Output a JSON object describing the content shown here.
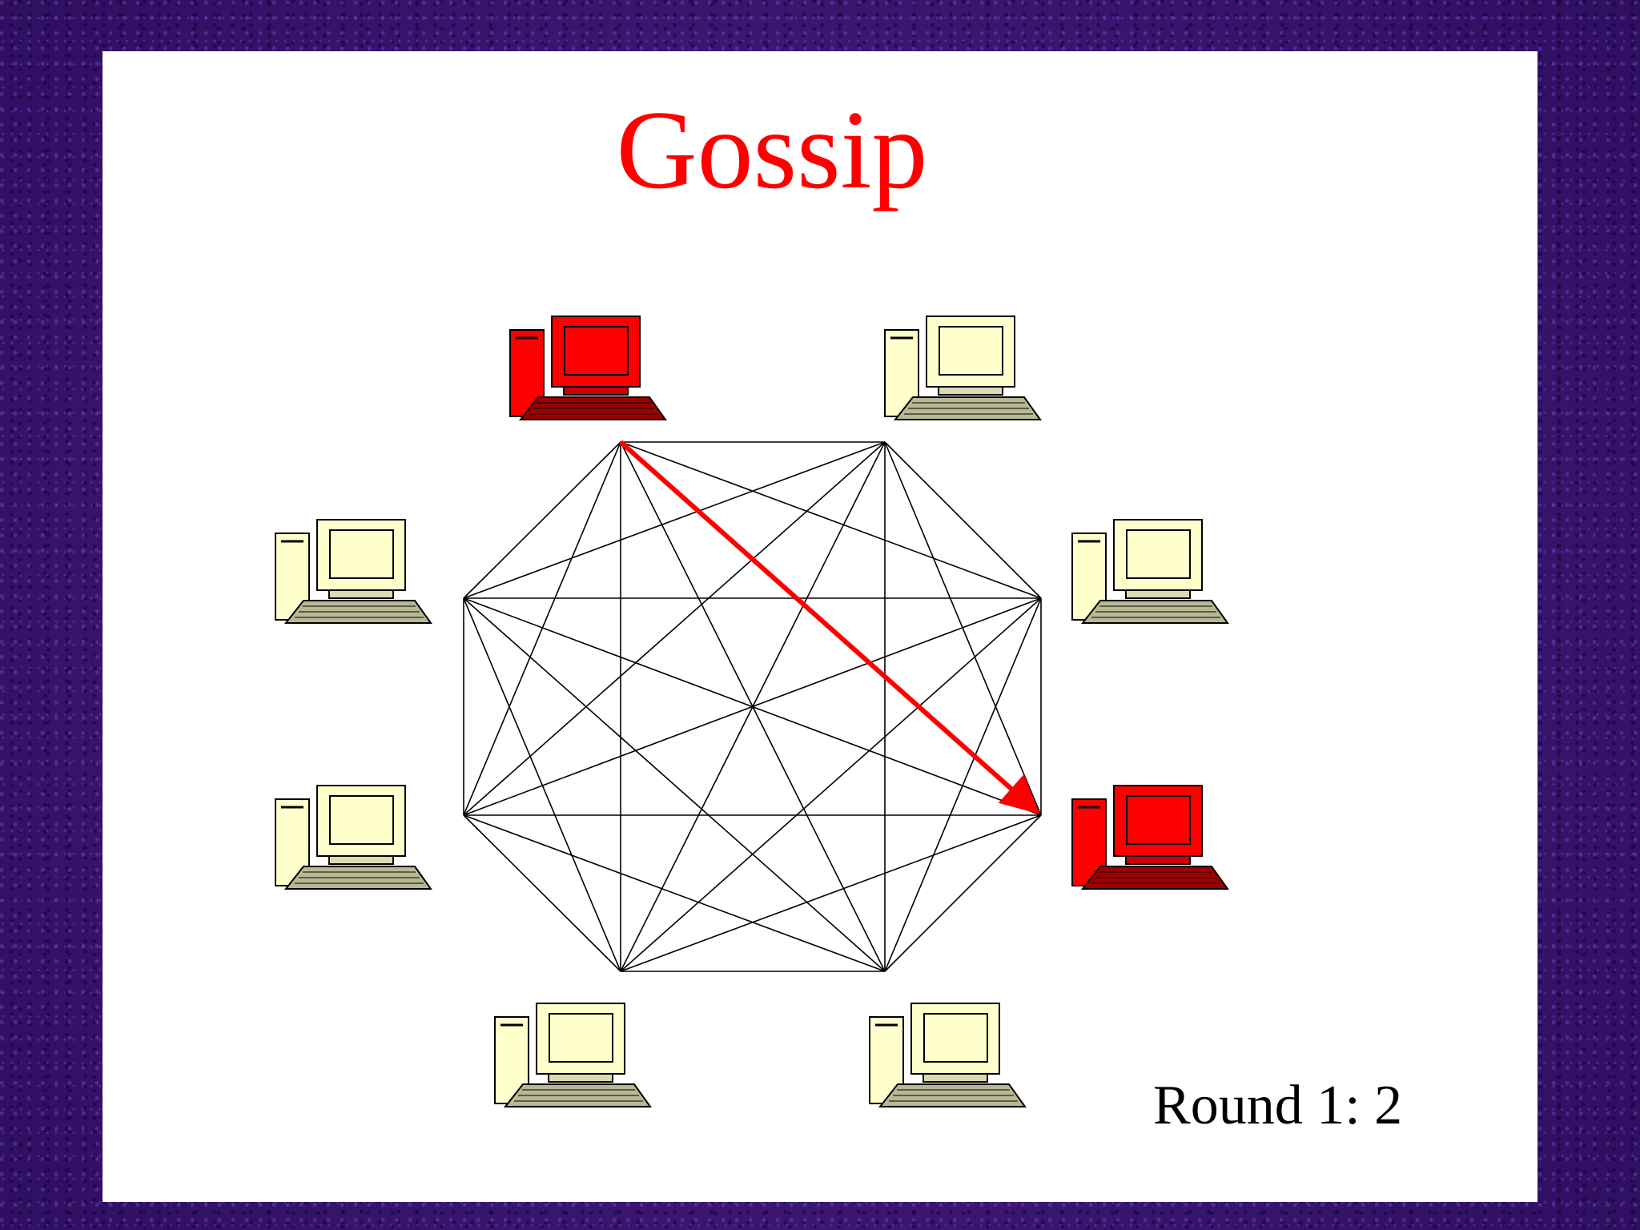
{
  "slide": {
    "title": "Gossip",
    "round_label": "Round 1: 2"
  },
  "colors": {
    "background": "#3a1670",
    "slide": "#ffffff",
    "title": "#ff0000",
    "edge": "#000000",
    "message_arrow": "#ff0000",
    "informed_node": "#ff0000",
    "uninformed_node": "#ffffcc"
  },
  "graph": {
    "topology": "complete graph",
    "node_count": 8,
    "nodes": [
      {
        "id": "n1",
        "icon": "computer-icon",
        "informed": true
      },
      {
        "id": "n2",
        "icon": "computer-icon",
        "informed": false
      },
      {
        "id": "n3",
        "icon": "computer-icon",
        "informed": false
      },
      {
        "id": "n4",
        "icon": "computer-icon",
        "informed": true
      },
      {
        "id": "n5",
        "icon": "computer-icon",
        "informed": false
      },
      {
        "id": "n6",
        "icon": "computer-icon",
        "informed": false
      },
      {
        "id": "n7",
        "icon": "computer-icon",
        "informed": false
      },
      {
        "id": "n8",
        "icon": "computer-icon",
        "informed": false
      }
    ],
    "message": {
      "from": "n1",
      "to": "n4"
    }
  }
}
